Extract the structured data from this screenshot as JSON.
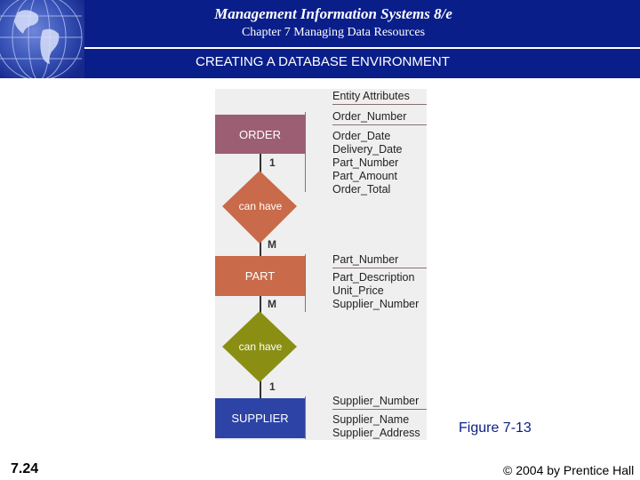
{
  "header": {
    "title": "Management Information Systems 8/e",
    "subtitle": "Chapter 7 Managing Data Resources",
    "section": "CREATING A DATABASE ENVIRONMENT"
  },
  "figure": {
    "attributes_heading": "Entity Attributes",
    "entities": [
      {
        "name": "ORDER",
        "color": "#9c5e72",
        "key": "Order_Number",
        "attributes": [
          "Order_Date",
          "Delivery_Date",
          "Part_Number",
          "Part_Amount",
          "Order_Total"
        ]
      },
      {
        "name": "PART",
        "color": "#c96a4a",
        "key": "Part_Number",
        "attributes": [
          "Part_Description",
          "Unit_Price",
          "Supplier_Number"
        ]
      },
      {
        "name": "SUPPLIER",
        "color": "#2e43a6",
        "key": "Supplier_Number",
        "attributes": [
          "Supplier_Name",
          "Supplier_Address"
        ]
      }
    ],
    "relationships": [
      {
        "label": "can have",
        "color": "#c96a4a",
        "card_top": "1",
        "card_bottom": "M"
      },
      {
        "label": "can have",
        "color": "#8a8f14",
        "card_top": "M",
        "card_bottom": "1"
      }
    ],
    "caption": "Figure 7-13"
  },
  "footer": {
    "slide_number": "7.24",
    "copyright": "© 2004 by Prentice Hall"
  }
}
